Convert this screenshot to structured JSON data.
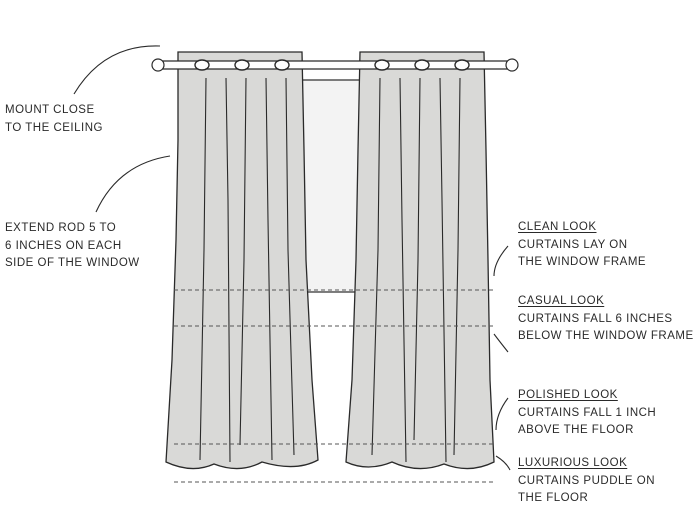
{
  "annotations": {
    "mount": {
      "line1": "MOUNT CLOSE",
      "line2": "TO THE CEILING"
    },
    "extend": {
      "line1": "EXTEND ROD 5 TO",
      "line2": "6 INCHES ON EACH",
      "line3": "SIDE OF THE WINDOW"
    }
  },
  "looks": {
    "clean": {
      "title": "CLEAN LOOK",
      "line1": "CURTAINS LAY ON",
      "line2": "THE WINDOW FRAME"
    },
    "casual": {
      "title": "CASUAL LOOK",
      "line1": "CURTAINS FALL 6 INCHES",
      "line2": "BELOW THE WINDOW FRAME"
    },
    "polished": {
      "title": "POLISHED LOOK",
      "line1": "CURTAINS FALL 1 INCH",
      "line2": "ABOVE THE FLOOR"
    },
    "luxurious": {
      "title": "LUXURIOUS LOOK",
      "line1": "CURTAINS PUDDLE ON",
      "line2": "THE FLOOR"
    }
  },
  "colors": {
    "fabric": "#d9d9d7",
    "outline": "#2a2a2a",
    "window": "#f3f3f3",
    "text": "#2a2a2a"
  }
}
